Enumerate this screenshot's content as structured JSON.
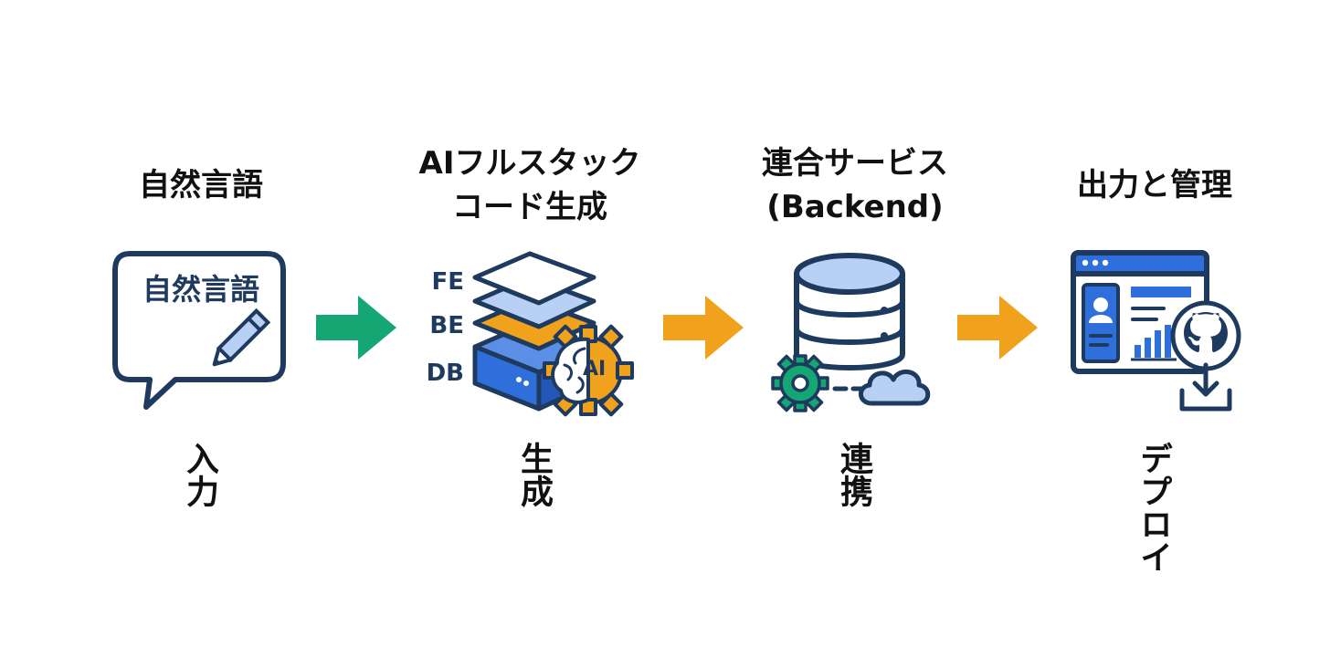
{
  "steps": [
    {
      "title": "自然言語",
      "icon_text": "自然言語",
      "label": "入力",
      "icon": "speech-bubble-pencil-icon"
    },
    {
      "title_line1": "AIフルスタック",
      "title_line2": "コード生成",
      "layers": [
        "FE",
        "BE",
        "DB"
      ],
      "badge": "AI",
      "label": "生成",
      "icon": "layered-stack-ai-icon"
    },
    {
      "title_line1": "連合サービス",
      "title_line2": "(Backend)",
      "label": "連携",
      "icon": "database-gear-cloud-icon"
    },
    {
      "title": "出力と管理",
      "label": "デプロイ",
      "icon": "dashboard-github-download-icon"
    }
  ],
  "colors": {
    "navy": "#1f3a5f",
    "blue": "#2f6fdc",
    "light_blue": "#b9d0f5",
    "orange": "#f0a21c",
    "green": "#14a673"
  }
}
